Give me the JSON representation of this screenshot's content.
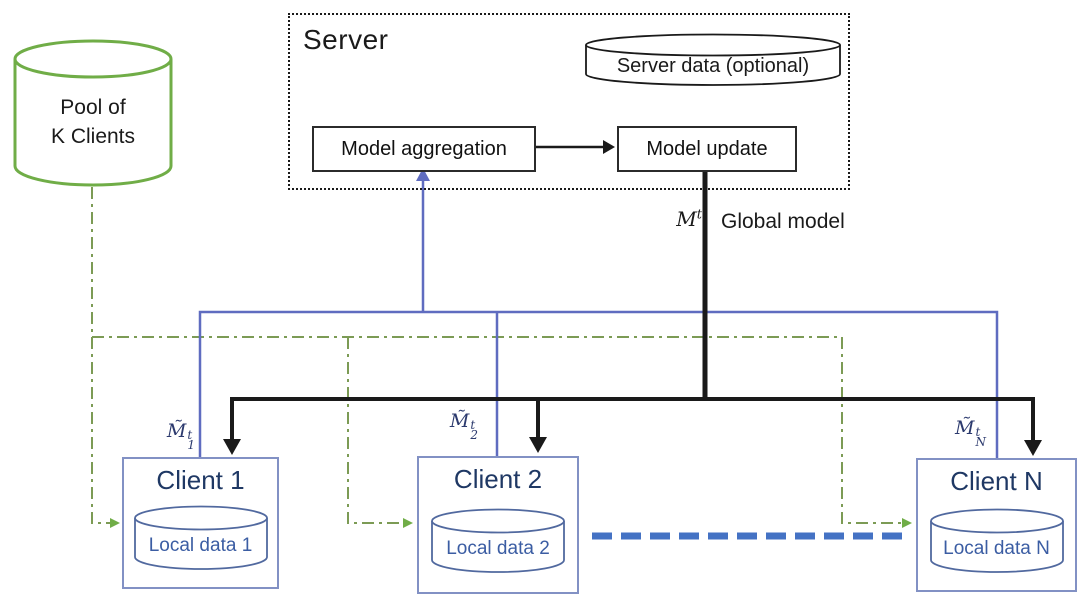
{
  "pool": {
    "line1": "Pool of",
    "line2": "K Clients"
  },
  "server": {
    "title": "Server",
    "data_store": "Server data (optional)",
    "aggregation_label": "Model aggregation",
    "update_label": "Model update"
  },
  "global_model": {
    "symbol_base": "M",
    "symbol_sup": "t",
    "label": "Global model"
  },
  "clients": [
    {
      "name": "Client 1",
      "local_data": "Local data 1",
      "model": {
        "base": "M̃",
        "sup": "t",
        "sub": "1"
      }
    },
    {
      "name": "Client 2",
      "local_data": "Local data 2",
      "model": {
        "base": "M̃",
        "sup": "t",
        "sub": "2"
      }
    },
    {
      "name": "Client N",
      "local_data": "Local data N",
      "model": {
        "base": "M̃",
        "sup": "t",
        "sub": "N"
      }
    }
  ],
  "colors": {
    "pool_green": "#70ad47",
    "sample_line_green": "#7c9b55",
    "upload_blue": "#5f6cc0",
    "ellipsis_blue": "#4472c4",
    "client_title_navy": "#1f3864",
    "local_text_blue": "#3b5da3",
    "local_cyl_stroke": "#51699f",
    "line_black": "#1a1a1a"
  }
}
